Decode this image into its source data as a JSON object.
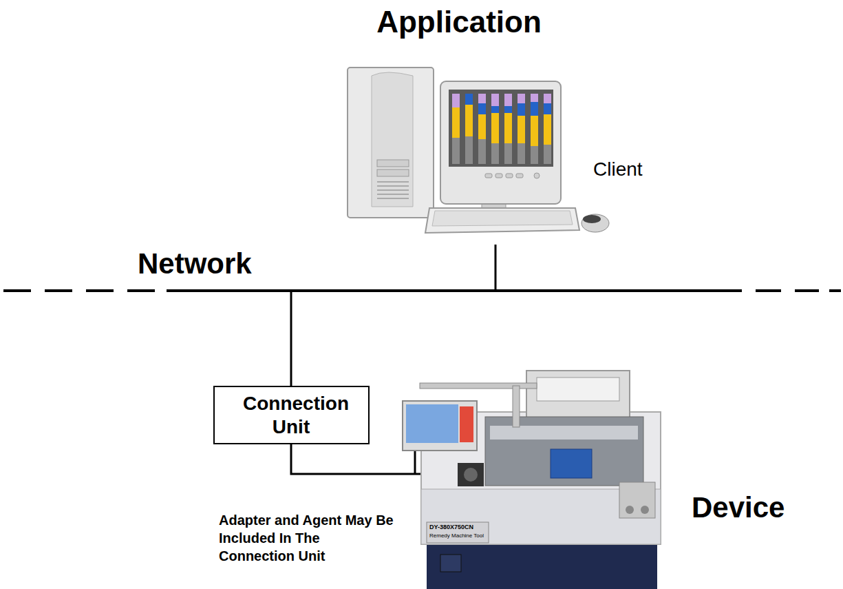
{
  "diagram": {
    "nodes": [
      {
        "text": [
          "Connection Unit"
        ]
      }
    ],
    "labels": [
      "Application",
      "Client",
      "Network",
      "Device",
      "Adapter and Agent May Be Included In The Connection Unit",
      "DY-380X750CN",
      "Remedy Machine Tool"
    ]
  }
}
